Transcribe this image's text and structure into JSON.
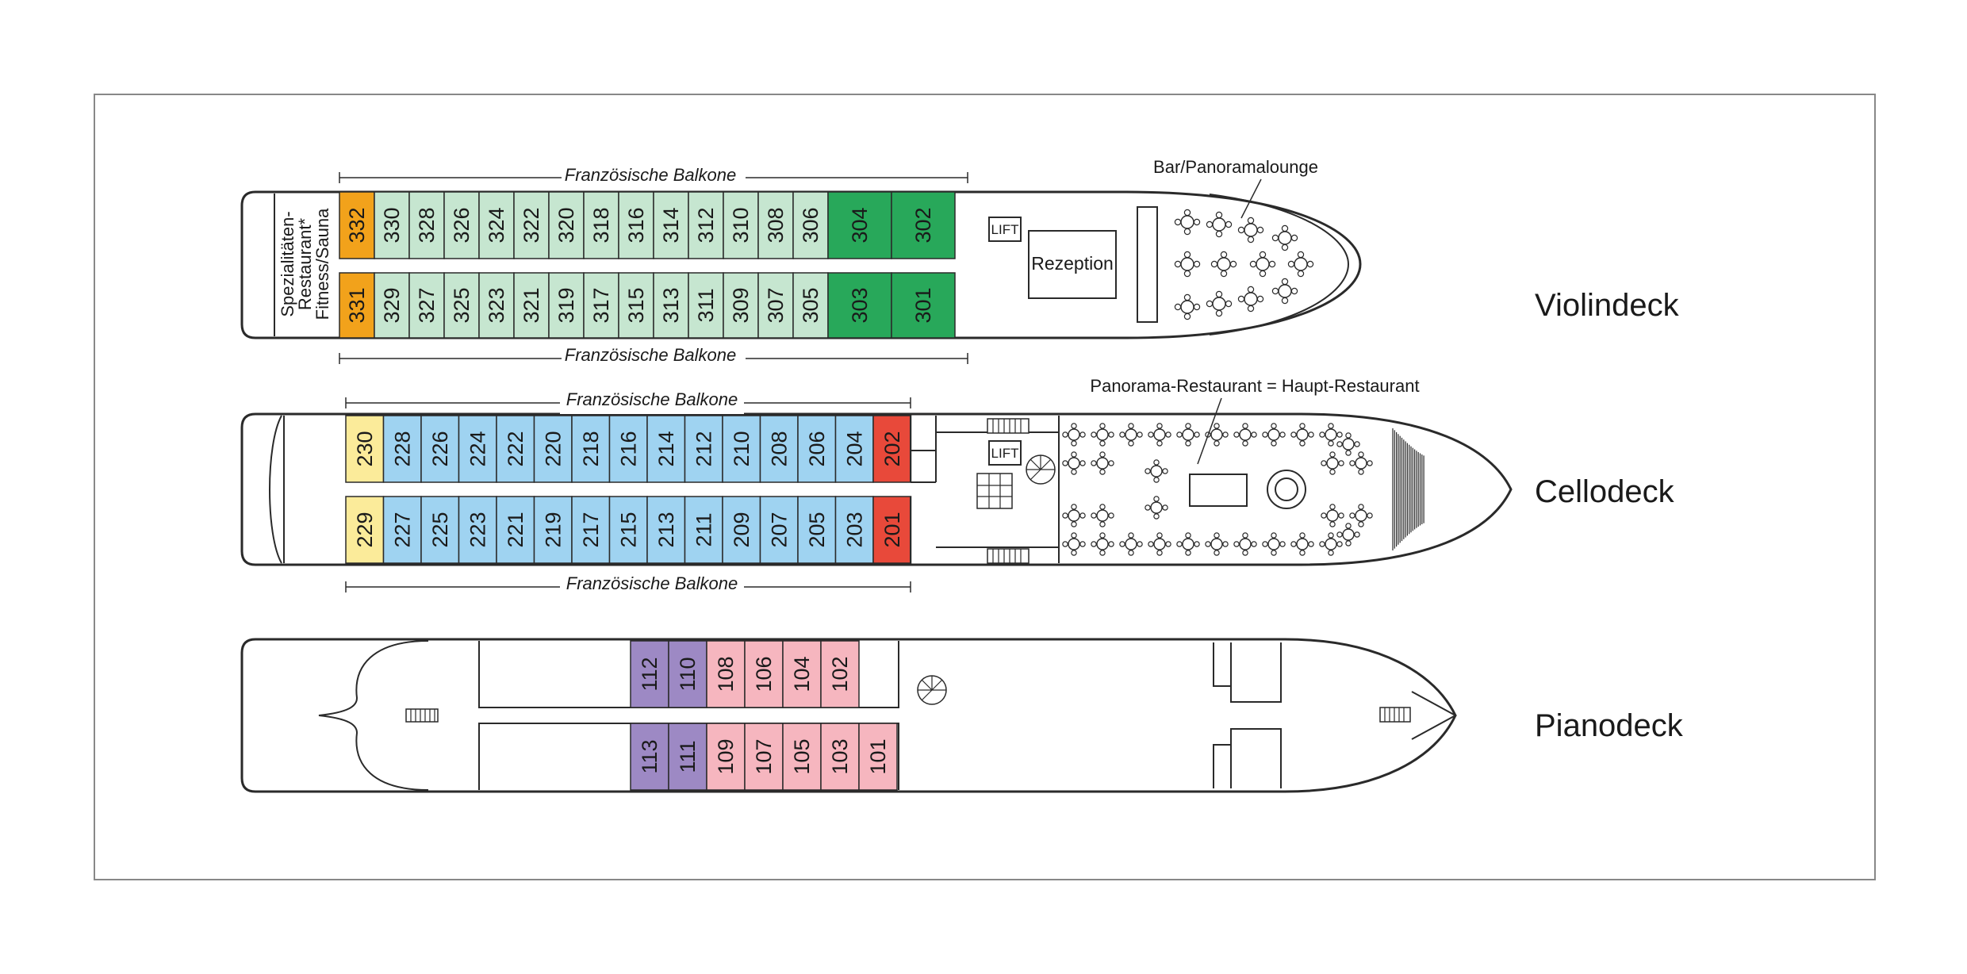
{
  "colors": {
    "orange": "#f2a21b",
    "mint": "#c6e6d0",
    "green": "#28a85a",
    "yellow": "#fbeb9a",
    "blue": "#9fd3f1",
    "red": "#e8493a",
    "purple": "#9d89c4",
    "pink": "#f6b6bf",
    "line": "#2a2a2a"
  },
  "decks": [
    {
      "name": "Violindeck",
      "rooms": {
        "lift": "LIFT",
        "reception": "Rezeption",
        "aft_area": [
          "Spezialitäten-",
          "Restaurant*",
          "Fitness/Sauna"
        ]
      },
      "annotations": [
        "Bar/Panoramalounge"
      ],
      "balcony_labels": [
        "Französische Balkone",
        "Französische Balkone"
      ],
      "top_row": [
        {
          "n": "332",
          "c": "orange"
        },
        {
          "n": "330",
          "c": "mint"
        },
        {
          "n": "328",
          "c": "mint"
        },
        {
          "n": "326",
          "c": "mint"
        },
        {
          "n": "324",
          "c": "mint"
        },
        {
          "n": "322",
          "c": "mint"
        },
        {
          "n": "320",
          "c": "mint"
        },
        {
          "n": "318",
          "c": "mint"
        },
        {
          "n": "316",
          "c": "mint"
        },
        {
          "n": "314",
          "c": "mint"
        },
        {
          "n": "312",
          "c": "mint"
        },
        {
          "n": "310",
          "c": "mint"
        },
        {
          "n": "308",
          "c": "mint"
        },
        {
          "n": "306",
          "c": "mint"
        },
        {
          "n": "304",
          "c": "green"
        },
        {
          "n": "302",
          "c": "green"
        }
      ],
      "bottom_row": [
        {
          "n": "331",
          "c": "orange"
        },
        {
          "n": "329",
          "c": "mint"
        },
        {
          "n": "327",
          "c": "mint"
        },
        {
          "n": "325",
          "c": "mint"
        },
        {
          "n": "323",
          "c": "mint"
        },
        {
          "n": "321",
          "c": "mint"
        },
        {
          "n": "319",
          "c": "mint"
        },
        {
          "n": "317",
          "c": "mint"
        },
        {
          "n": "315",
          "c": "mint"
        },
        {
          "n": "313",
          "c": "mint"
        },
        {
          "n": "311",
          "c": "mint"
        },
        {
          "n": "309",
          "c": "mint"
        },
        {
          "n": "307",
          "c": "mint"
        },
        {
          "n": "305",
          "c": "mint"
        },
        {
          "n": "303",
          "c": "green"
        },
        {
          "n": "301",
          "c": "green"
        }
      ]
    },
    {
      "name": "Cellodeck",
      "rooms": {
        "lift": "LIFT"
      },
      "annotations": [
        "Panorama-Restaurant = Haupt-Restaurant"
      ],
      "balcony_labels": [
        "Französische Balkone",
        "Französische Balkone"
      ],
      "top_row": [
        {
          "n": "230",
          "c": "yellow"
        },
        {
          "n": "228",
          "c": "blue"
        },
        {
          "n": "226",
          "c": "blue"
        },
        {
          "n": "224",
          "c": "blue"
        },
        {
          "n": "222",
          "c": "blue"
        },
        {
          "n": "220",
          "c": "blue"
        },
        {
          "n": "218",
          "c": "blue"
        },
        {
          "n": "216",
          "c": "blue"
        },
        {
          "n": "214",
          "c": "blue"
        },
        {
          "n": "212",
          "c": "blue"
        },
        {
          "n": "210",
          "c": "blue"
        },
        {
          "n": "208",
          "c": "blue"
        },
        {
          "n": "206",
          "c": "blue"
        },
        {
          "n": "204",
          "c": "blue"
        },
        {
          "n": "202",
          "c": "red"
        }
      ],
      "bottom_row": [
        {
          "n": "229",
          "c": "yellow"
        },
        {
          "n": "227",
          "c": "blue"
        },
        {
          "n": "225",
          "c": "blue"
        },
        {
          "n": "223",
          "c": "blue"
        },
        {
          "n": "221",
          "c": "blue"
        },
        {
          "n": "219",
          "c": "blue"
        },
        {
          "n": "217",
          "c": "blue"
        },
        {
          "n": "215",
          "c": "blue"
        },
        {
          "n": "213",
          "c": "blue"
        },
        {
          "n": "211",
          "c": "blue"
        },
        {
          "n": "209",
          "c": "blue"
        },
        {
          "n": "207",
          "c": "blue"
        },
        {
          "n": "205",
          "c": "blue"
        },
        {
          "n": "203",
          "c": "blue"
        },
        {
          "n": "201",
          "c": "red"
        }
      ]
    },
    {
      "name": "Pianodeck",
      "top_row": [
        {
          "n": "112",
          "c": "purple"
        },
        {
          "n": "110",
          "c": "purple"
        },
        {
          "n": "108",
          "c": "pink"
        },
        {
          "n": "106",
          "c": "pink"
        },
        {
          "n": "104",
          "c": "pink"
        },
        {
          "n": "102",
          "c": "pink"
        }
      ],
      "bottom_row": [
        {
          "n": "113",
          "c": "purple"
        },
        {
          "n": "111",
          "c": "purple"
        },
        {
          "n": "109",
          "c": "pink"
        },
        {
          "n": "107",
          "c": "pink"
        },
        {
          "n": "105",
          "c": "pink"
        },
        {
          "n": "103",
          "c": "pink"
        },
        {
          "n": "101",
          "c": "pink"
        }
      ]
    }
  ]
}
